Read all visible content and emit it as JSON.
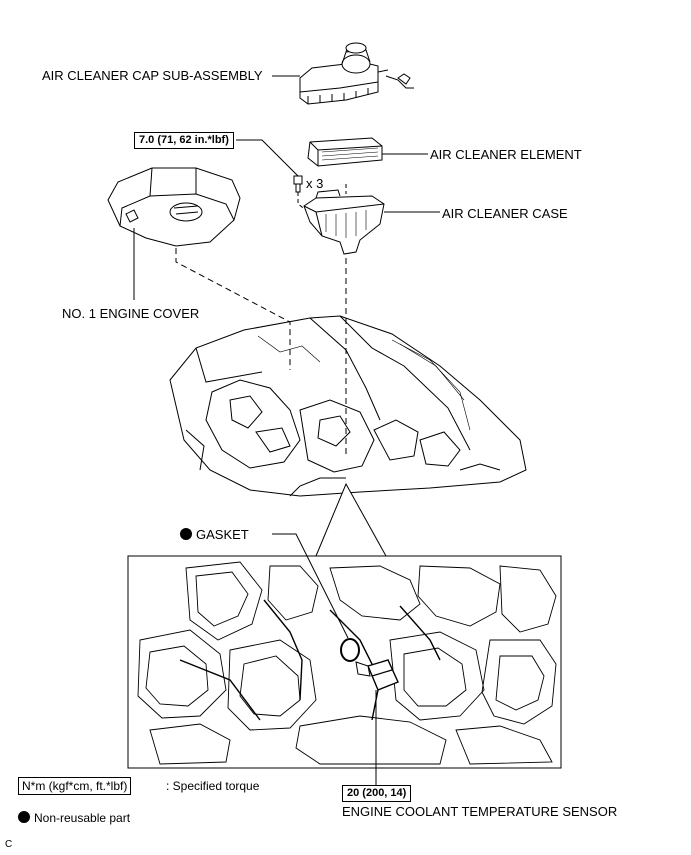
{
  "labels": {
    "air_cleaner_cap": "AIR CLEANER CAP SUB-ASSEMBLY",
    "air_cleaner_element": "AIR CLEANER ELEMENT",
    "air_cleaner_case": "AIR CLEANER CASE",
    "engine_cover": "NO. 1 ENGINE COVER",
    "bolt_qty": "x 3",
    "gasket": "GASKET",
    "sensor": "ENGINE COOLANT TEMPERATURE SENSOR"
  },
  "torques": {
    "bolt": "7.0 (71, 62 in.*lbf)",
    "sensor": "20 (200, 14)"
  },
  "legend": {
    "torque_box": "N*m (kgf*cm, ft.*lbf)",
    "torque_text": ": Specified torque",
    "nonreusable_text": "Non-reusable part"
  },
  "corner_code": "C"
}
